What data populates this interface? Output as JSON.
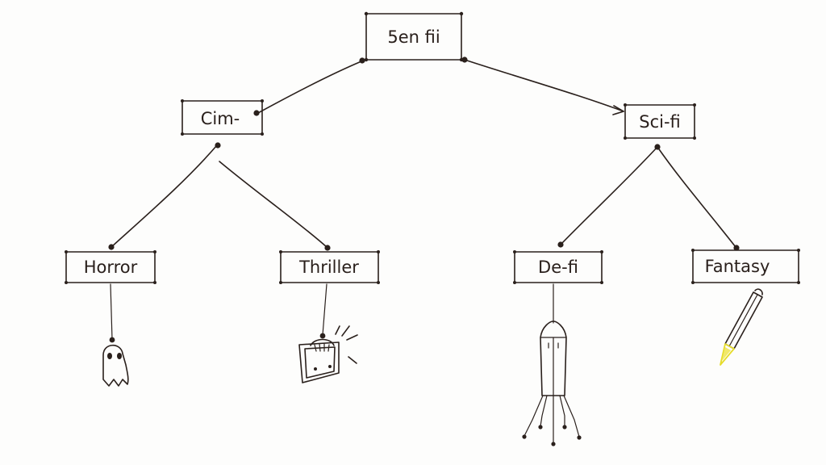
{
  "root": {
    "label": "5en fii"
  },
  "categories": [
    {
      "label": "Cim-"
    },
    {
      "label": "Sci-fi"
    }
  ],
  "genres": [
    {
      "label": "Horror",
      "icon": "ghost-icon"
    },
    {
      "label": "Thriller",
      "icon": "clapperboard-icon"
    },
    {
      "label": "De-fi",
      "icon": "rocket-icon"
    },
    {
      "label": "Fantasy",
      "icon": "pencil-icon"
    }
  ],
  "colors": {
    "ink": "#2a201c",
    "accent": "#e6dc2a",
    "paper": "#fdfdfc"
  }
}
